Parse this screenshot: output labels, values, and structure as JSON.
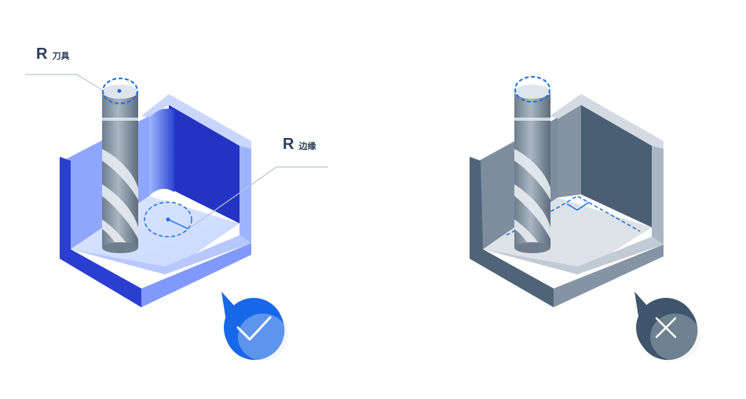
{
  "labels": {
    "tool": {
      "letter": "R",
      "text": "刀具"
    },
    "edge": {
      "letter": "R",
      "text": "边缘"
    }
  },
  "panels": [
    {
      "id": "good",
      "status": "correct",
      "icon": "check-icon",
      "accent": "#2436c9",
      "badge_color": "#1768e8"
    },
    {
      "id": "bad",
      "status": "incorrect",
      "icon": "cross-icon",
      "accent": "#4a5f74",
      "badge_color": "#3f556b"
    }
  ],
  "colors": {
    "highlight_dash": "#1f6fe5",
    "leader_line": "#b8c4d2"
  }
}
